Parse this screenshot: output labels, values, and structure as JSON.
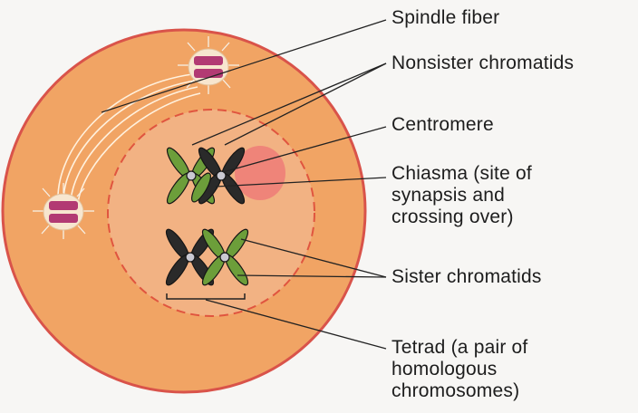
{
  "labels": {
    "spindle_fiber": "Spindle fiber",
    "nonsister_chromatids": "Nonsister chromatids",
    "centromere": "Centromere",
    "chiasma": [
      "Chiasma (site of",
      "synapsis and",
      "crossing over)"
    ],
    "sister_chromatids": "Sister chromatids",
    "tetrad": [
      "Tetrad (a pair of",
      "homologous",
      "chromosomes)"
    ]
  },
  "colors": {
    "cell_fill": "#f1a464",
    "cell_border": "#d9534a",
    "nucleus_fill": "#f2b283",
    "nuclear_envelope": "#e0553f",
    "chiasma_highlight": "#ee7b78",
    "chromatid_green": "#6c9e3a",
    "chromatid_dark": "#2a2a2a",
    "centromere": "#c9c9d2",
    "centrosome": "#b23a73",
    "pointer_line": "#222222"
  }
}
